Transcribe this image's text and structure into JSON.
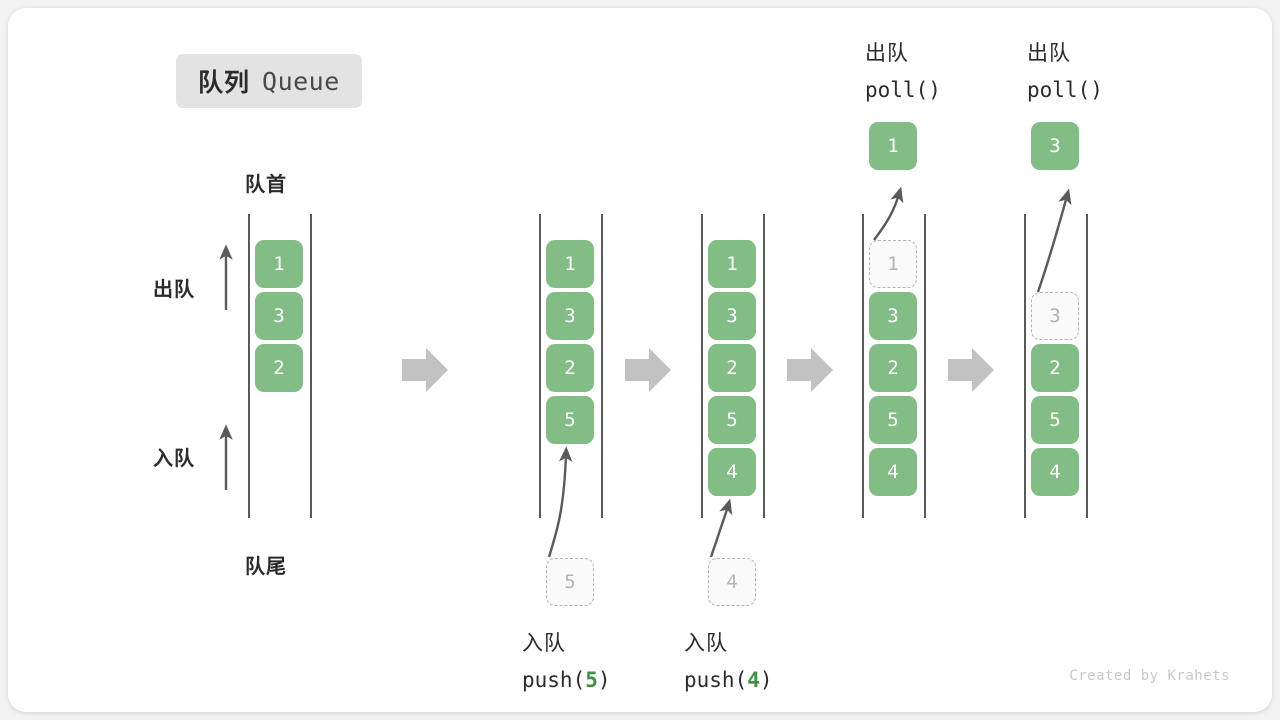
{
  "title": {
    "cn": "队列",
    "en": "Queue"
  },
  "labels": {
    "front": "队首",
    "rear": "队尾",
    "dequeue_side": "出队",
    "enqueue_side": "入队"
  },
  "colors": {
    "element": "#82bd86",
    "element_text": "#ffffff",
    "ghost_border": "#b4b4b4",
    "ghost_text": "#b4b4b4",
    "rail": "#5a5a5a",
    "badge_bg": "#e3e3e3",
    "arrow_gray": "#c2c2c2",
    "accent_number": "#3f9142",
    "card_bg": "#ffffff",
    "page_bg": "#f3f3f3"
  },
  "watermark": "Created by Krahets",
  "columns": [
    {
      "id": "initial",
      "cells": [
        {
          "value": "1",
          "state": "filled"
        },
        {
          "value": "3",
          "state": "filled"
        },
        {
          "value": "2",
          "state": "filled"
        }
      ],
      "popped": null,
      "incoming": null,
      "caption_top": null,
      "caption_bottom": null
    },
    {
      "id": "after-push-5",
      "cells": [
        {
          "value": "1",
          "state": "filled"
        },
        {
          "value": "3",
          "state": "filled"
        },
        {
          "value": "2",
          "state": "filled"
        },
        {
          "value": "5",
          "state": "filled"
        }
      ],
      "popped": null,
      "incoming": {
        "value": "5"
      },
      "caption_top": null,
      "caption_bottom": {
        "cn": "入队",
        "code_prefix": "push(",
        "code_value": "5",
        "code_suffix": ")"
      }
    },
    {
      "id": "after-push-4",
      "cells": [
        {
          "value": "1",
          "state": "filled"
        },
        {
          "value": "3",
          "state": "filled"
        },
        {
          "value": "2",
          "state": "filled"
        },
        {
          "value": "5",
          "state": "filled"
        },
        {
          "value": "4",
          "state": "filled"
        }
      ],
      "popped": null,
      "incoming": {
        "value": "4"
      },
      "caption_top": null,
      "caption_bottom": {
        "cn": "入队",
        "code_prefix": "push(",
        "code_value": "4",
        "code_suffix": ")"
      }
    },
    {
      "id": "after-poll-1",
      "cells": [
        {
          "value": "1",
          "state": "ghost"
        },
        {
          "value": "3",
          "state": "filled"
        },
        {
          "value": "2",
          "state": "filled"
        },
        {
          "value": "5",
          "state": "filled"
        },
        {
          "value": "4",
          "state": "filled"
        }
      ],
      "popped": {
        "value": "1"
      },
      "incoming": null,
      "caption_top": {
        "cn": "出队",
        "code": "poll()"
      },
      "caption_bottom": null
    },
    {
      "id": "after-poll-3",
      "cells": [
        {
          "value": "",
          "state": "empty"
        },
        {
          "value": "3",
          "state": "ghost"
        },
        {
          "value": "2",
          "state": "filled"
        },
        {
          "value": "5",
          "state": "filled"
        },
        {
          "value": "4",
          "state": "filled"
        }
      ],
      "popped": {
        "value": "3"
      },
      "incoming": null,
      "caption_top": {
        "cn": "出队",
        "code": "poll()"
      },
      "caption_bottom": null
    }
  ],
  "step_arrows": [
    "step-arrow-1",
    "step-arrow-2",
    "step-arrow-3",
    "step-arrow-4"
  ]
}
